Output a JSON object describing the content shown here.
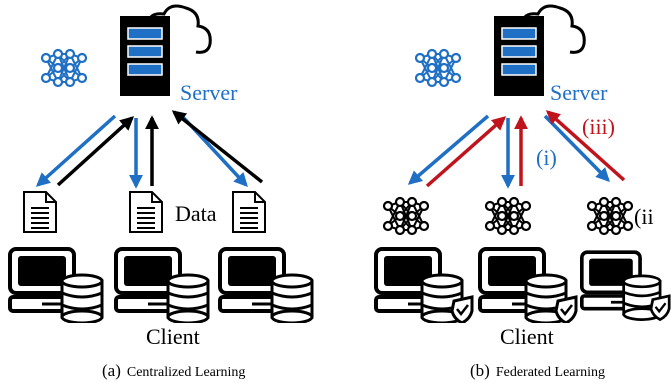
{
  "left_panel": {
    "server_label": "Server",
    "data_label": "Data",
    "client_label": "Client",
    "caption_prefix": "(a)",
    "caption_title": "Centralized Learning"
  },
  "right_panel": {
    "server_label": "Server",
    "step_i": "(i)",
    "step_ii": "(ii",
    "step_iii": "(iii)",
    "client_label": "Client",
    "caption_prefix": "(b)",
    "caption_title": "Federated Learning"
  },
  "colors": {
    "blue": "#1f6fc4",
    "red": "#c0141c",
    "black": "#000000"
  }
}
